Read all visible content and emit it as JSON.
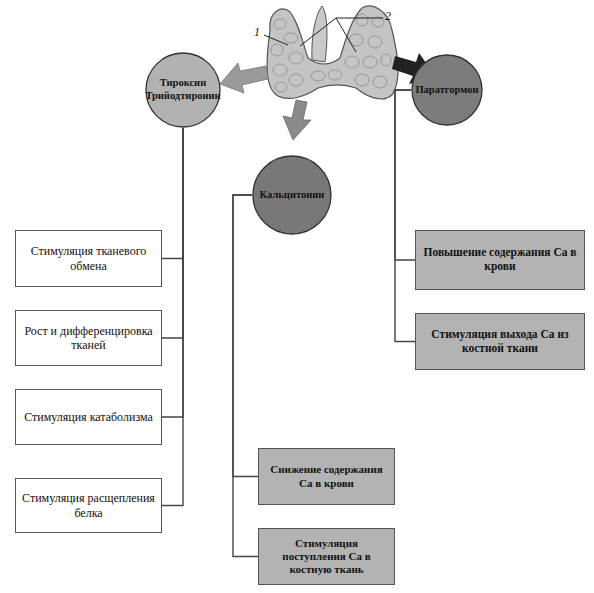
{
  "diagram": {
    "nodes": [
      {
        "text": [
          "Тироксин Трийодтиронин"
        ]
      },
      {
        "text": [
          "Кальцитонин"
        ]
      },
      {
        "text": [
          "Паратгормон"
        ]
      },
      {
        "text": [
          "Стимуляция тканевого обмена"
        ]
      },
      {
        "text": [
          "Рост и дифференцировка тканей"
        ]
      },
      {
        "text": [
          "Стимуляция катаболизма"
        ]
      },
      {
        "text": [
          "Стимуляция расщепления белка"
        ]
      },
      {
        "text": [
          "Снижение содержания Ca в крови"
        ]
      },
      {
        "text": [
          "Стимуляция поступления Ca в костную ткань"
        ]
      },
      {
        "text": [
          "Повышение содержания Ca в крови"
        ]
      },
      {
        "text": [
          "Стимуляция выхода Ca из костной ткани"
        ]
      }
    ],
    "edges": [
      {
        "from": 0,
        "to": 3,
        "arrow": "none"
      },
      {
        "from": 0,
        "to": 4,
        "arrow": "none"
      },
      {
        "from": 0,
        "to": 5,
        "arrow": "none"
      },
      {
        "from": 0,
        "to": 6,
        "arrow": "none"
      },
      {
        "from": 1,
        "to": 7,
        "arrow": "none"
      },
      {
        "from": 1,
        "to": 8,
        "arrow": "none"
      },
      {
        "from": 2,
        "to": 9,
        "arrow": "none"
      },
      {
        "from": 2,
        "to": 10,
        "arrow": "none"
      }
    ],
    "labels": [
      "1",
      "2"
    ]
  }
}
